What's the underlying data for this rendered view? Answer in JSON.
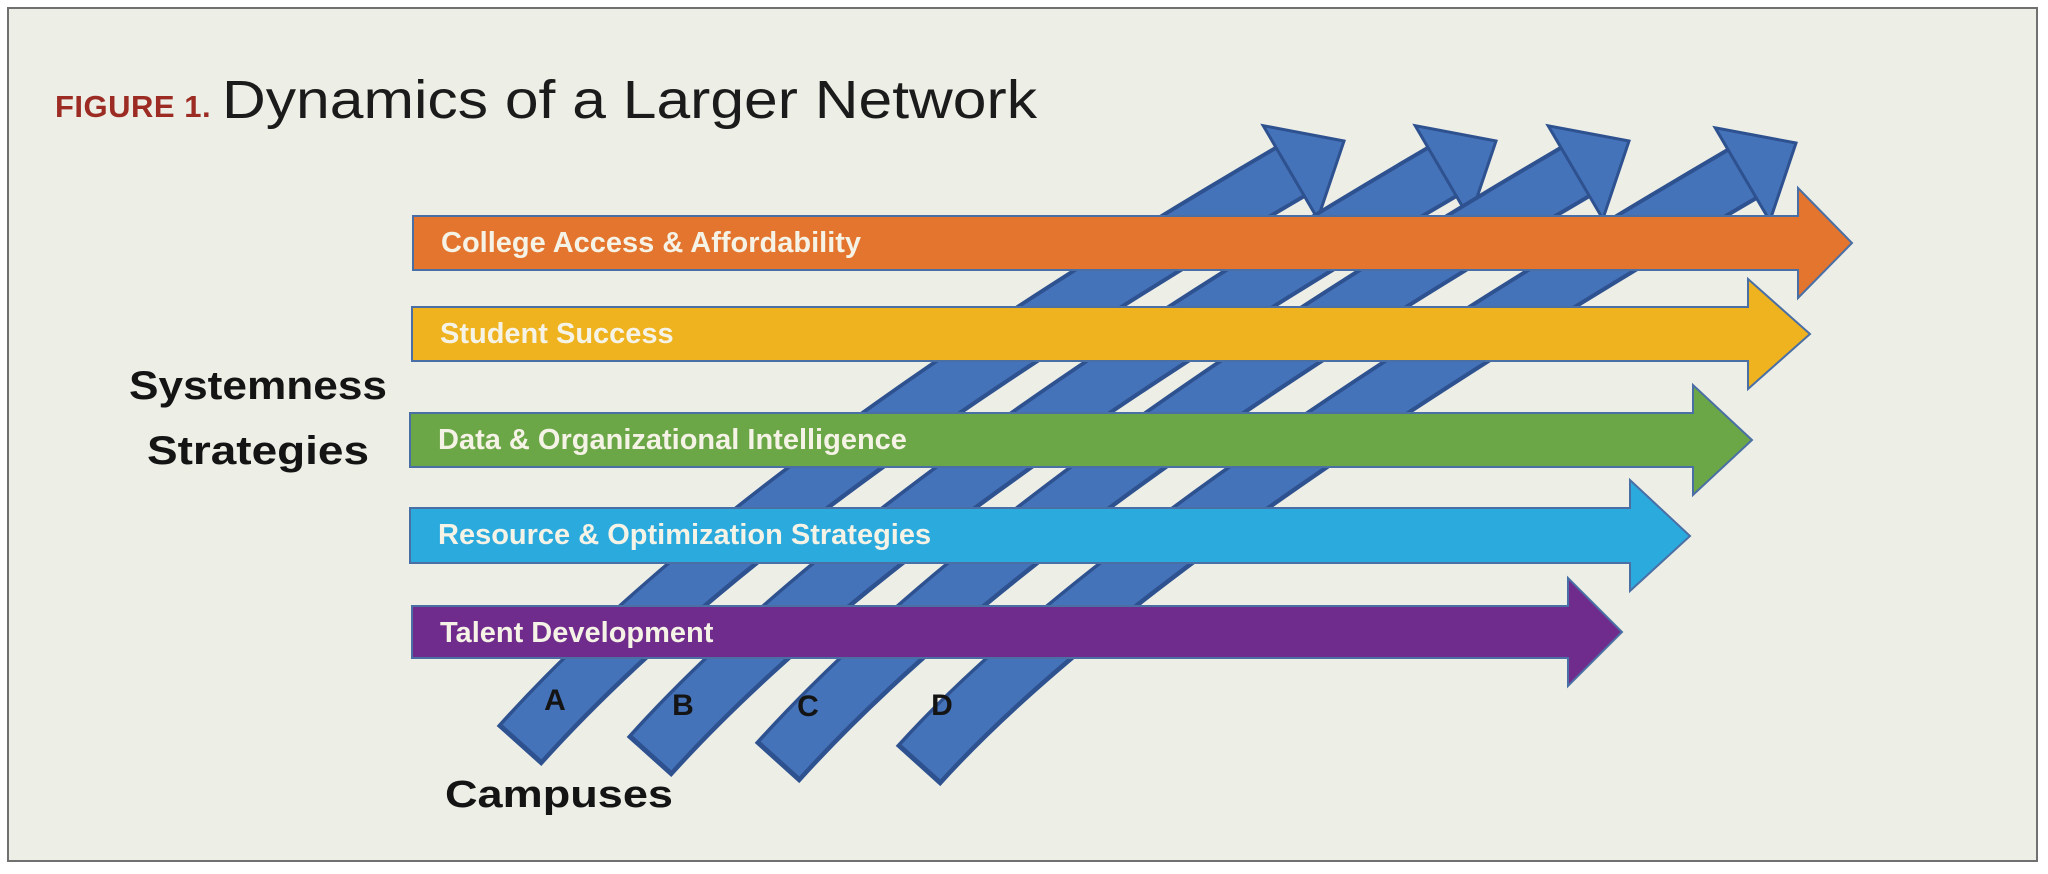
{
  "figure": {
    "label": "FIGURE 1.",
    "title": "Dynamics of a Larger Network"
  },
  "axis": {
    "left_line1": "Systemness",
    "left_line2": "Strategies",
    "bottom": "Campuses"
  },
  "strategies": [
    {
      "name": "College Access & Affordability",
      "color": "#E4752F"
    },
    {
      "name": "Student Success",
      "color": "#EFB320"
    },
    {
      "name": "Data & Organizational Intelligence",
      "color": "#6BA647"
    },
    {
      "name": "Resource & Optimization Strategies",
      "color": "#2BAADE"
    },
    {
      "name": "Talent Development",
      "color": "#6F2C8C"
    }
  ],
  "campuses": [
    {
      "label": "A"
    },
    {
      "label": "B"
    },
    {
      "label": "C"
    },
    {
      "label": "D"
    }
  ],
  "colors": {
    "page_background": "#FFFFFF",
    "figure_background": "#EDEEE6",
    "frame_border": "#707070",
    "figure_label_red": "#9B2B23",
    "title_black": "#1B1B1B",
    "side_label_black": "#141414",
    "bar_outline": "#4A6FA5",
    "bar_text": "#F5F2E6",
    "campus_fill": "#4573B9",
    "campus_outline": "#2E5190",
    "campus_letter": "#141414"
  }
}
